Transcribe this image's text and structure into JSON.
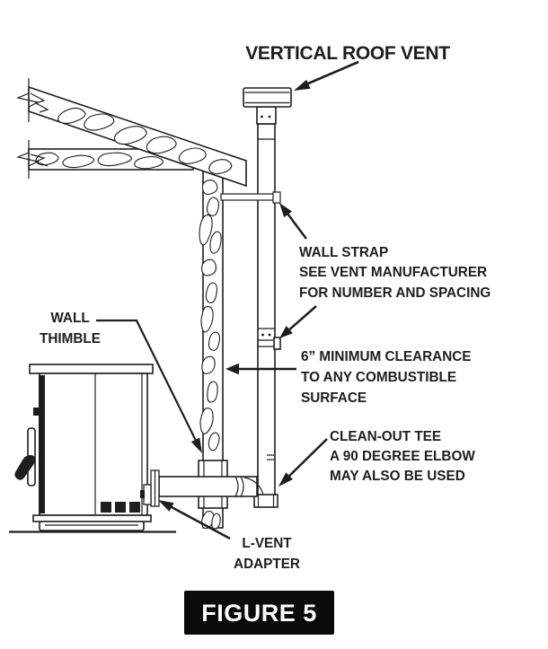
{
  "title": "VERTICAL ROOF VENT",
  "labels": {
    "wall_strap": [
      "WALL STRAP",
      "SEE VENT MANUFACTURER",
      "FOR NUMBER AND SPACING"
    ],
    "clearance": [
      "6” MINIMUM CLEARANCE",
      "TO ANY COMBUSTIBLE",
      "SURFACE"
    ],
    "clean_out": [
      "CLEAN-OUT TEE",
      "A 90 DEGREE ELBOW",
      "MAY ALSO BE USED"
    ],
    "wall_thimble": [
      "WALL",
      "THIMBLE"
    ],
    "l_vent_adapter": [
      "L-VENT",
      "ADAPTER"
    ]
  },
  "figure_caption": "FIGURE 5",
  "colors": {
    "ink": "#1f1d1e",
    "paper": "#ffffff",
    "figure_bg": "#0b0b0b",
    "figure_text": "#ffffff"
  }
}
